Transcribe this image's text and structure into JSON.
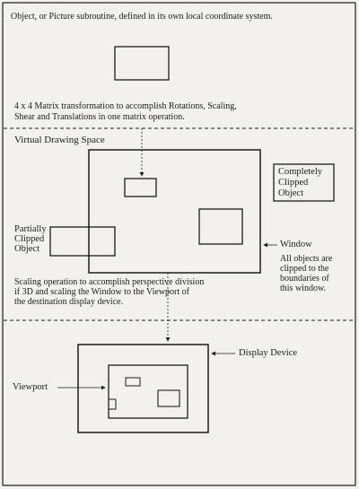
{
  "sections": {
    "object": {
      "caption": "Object, or Picture subroutine, defined in its own local coordinate system.",
      "transform_line1": "4 x 4  Matrix transformation to accomplish Rotations, Scaling,",
      "transform_line2": "Shear and Translations in one matrix operation."
    },
    "virtual": {
      "title": "Virtual Drawing Space",
      "completely_clipped": [
        "Completely",
        "Clipped",
        "Object"
      ],
      "partially_clipped": [
        "Partially",
        "Clipped",
        "Object"
      ],
      "window_label": "Window",
      "window_note": [
        "All objects are",
        "clipped to the",
        "boundaries of",
        "this window."
      ],
      "scaling_line1": "Scaling operation to accomplish perspective division",
      "scaling_line2": "if 3D and scaling the Window to the Viewport of",
      "scaling_line3": "the destination display device."
    },
    "display": {
      "display_label": "Display Device",
      "viewport_label": "Viewport"
    }
  },
  "colors": {
    "background": "#f3f1ec",
    "ink": "#1c1c1c"
  }
}
